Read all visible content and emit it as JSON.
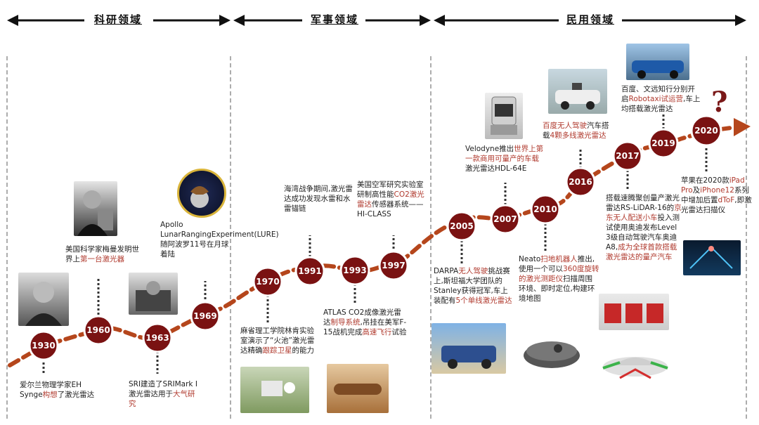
{
  "headers": {
    "research": "科研领域",
    "military": "军事领域",
    "civil": "民用领域"
  },
  "milestones": [
    {
      "year": "1930",
      "text": [
        "爱尔兰物理学家",
        "EH Synge",
        {
          "hl": "构想"
        },
        "了",
        "激光雷达"
      ]
    },
    {
      "year": "1960",
      "text": [
        "美国科学家梅",
        "曼发明世界上",
        {
          "hl": "第一台激光器"
        }
      ]
    },
    {
      "year": "1963",
      "text": [
        "SRI建造了SRI",
        "Mark I激光雷达",
        "用于",
        {
          "hl": "大气研究"
        }
      ]
    },
    {
      "year": "1969",
      "text": [
        "Apollo Lunar",
        "Ranging",
        "Experiment",
        "(LURE)随阿波罗",
        "11号在月球着陆"
      ]
    },
    {
      "year": "1970",
      "text": [
        "麻省理工学院林肯",
        "实验室演示了“火",
        "池”激光雷达精确",
        {
          "hl": "跟踪卫星"
        },
        "的能力"
      ]
    },
    {
      "year": "1991",
      "text": [
        "海湾战争期间,",
        "激光雷达成功",
        "发现水雷和水",
        "雷锚链"
      ]
    },
    {
      "year": "1993",
      "text": [
        "ATLAS CO2成像",
        "激光雷达",
        {
          "hl": "制导系"
        },
        {
          "hl": "统"
        },
        ",吊挂在美军",
        "F-15战机完成",
        {
          "hl": "高"
        },
        {
          "hl": "速飞行"
        },
        "试验"
      ]
    },
    {
      "year": "1997",
      "text": [
        "美国空军研究",
        "实验室研制高",
        "性能",
        {
          "hl": "CO2激光"
        },
        {
          "hl": "雷达"
        },
        "传感器系",
        "统——HI-CLASS"
      ]
    },
    {
      "year": "2005",
      "text": [
        "DARPA",
        {
          "hl": "无人驾驶"
        },
        "挑战赛上,斯坦",
        "福大学团队的",
        "Stanley获得冠军,",
        "车上装配有",
        {
          "hl": "5个"
        },
        {
          "hl": "单线激光雷达"
        }
      ]
    },
    {
      "year": "2007",
      "text": [
        "Velodyne推出",
        {
          "hl": "世"
        },
        {
          "hl": "界上第一款商用"
        },
        {
          "hl": "可量产的车载"
        },
        "激光",
        "雷达HDL-64E"
      ]
    },
    {
      "year": "2010",
      "text": [
        "Neato",
        {
          "hl": "扫地机器人"
        },
        "推出,使用一个",
        "可以",
        {
          "hl": "360度旋转"
        },
        {
          "hl": "的激光测距仪"
        },
        "扫",
        "描周围环境、即",
        "时定位,构建环",
        "境地图"
      ]
    },
    {
      "year": "2016",
      "text": [
        {
          "hl": "百度无人驾驶"
        },
        "汽",
        "车搭载",
        {
          "hl": "4颗多线"
        },
        {
          "hl": "激光雷达"
        }
      ]
    },
    {
      "year": "2017",
      "text": [
        "搭载速腾聚创量",
        "产激光雷达RS-",
        "LiDAR-16的",
        {
          "hl": "京东"
        },
        {
          "hl": "无人配送小车"
        },
        "投",
        "入测试使用",
        "奥迪发布Level 3",
        "级自动驾驶汽车",
        "奥迪A8,",
        {
          "hl": "成为全"
        },
        {
          "hl": "球首款搭载激光"
        },
        {
          "hl": "雷达的量产汽车"
        }
      ]
    },
    {
      "year": "2019",
      "text": [
        "百度、文远知行分",
        "别开启",
        {
          "hl": "Robotaxi试"
        },
        {
          "hl": "运营"
        },
        ",车上均搭载",
        "激光雷达"
      ]
    },
    {
      "year": "2020",
      "text": [
        "苹果在2020款",
        {
          "hl": "iPad Pro"
        },
        "及",
        {
          "hl": "iPhone12"
        },
        "系列",
        "中增加后置",
        {
          "hl": "dToF"
        },
        ",即激光",
        "雷达扫描仪"
      ]
    }
  ],
  "question_mark": "?",
  "colors": {
    "node": "#7a1212",
    "node_ring": "#ffffff",
    "arrow": "#b5461c",
    "highlight": "#b03a2e"
  }
}
